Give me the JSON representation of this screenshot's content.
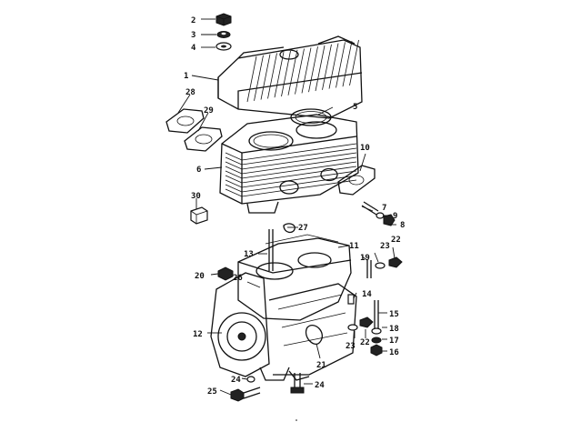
{
  "diagram": {
    "callouts": [
      {
        "id": "c2",
        "text": "2"
      },
      {
        "id": "c3",
        "text": "3"
      },
      {
        "id": "c4",
        "text": "4"
      },
      {
        "id": "c1",
        "text": "1"
      },
      {
        "id": "c5",
        "text": "5"
      },
      {
        "id": "c28",
        "text": "28"
      },
      {
        "id": "c29",
        "text": "29"
      },
      {
        "id": "c6",
        "text": "6"
      },
      {
        "id": "c10",
        "text": "10"
      },
      {
        "id": "c30",
        "text": "30"
      },
      {
        "id": "c7",
        "text": "7"
      },
      {
        "id": "c9",
        "text": "9"
      },
      {
        "id": "c8",
        "text": "8"
      },
      {
        "id": "c27",
        "text": "27"
      },
      {
        "id": "c13",
        "text": "13"
      },
      {
        "id": "c11",
        "text": "11"
      },
      {
        "id": "c19",
        "text": "19"
      },
      {
        "id": "c20",
        "text": "20"
      },
      {
        "id": "c23a",
        "text": "23"
      },
      {
        "id": "c22a",
        "text": "22"
      },
      {
        "id": "c26",
        "text": "26"
      },
      {
        "id": "c14",
        "text": "14"
      },
      {
        "id": "c15",
        "text": "15"
      },
      {
        "id": "c12",
        "text": "12"
      },
      {
        "id": "c18",
        "text": "18"
      },
      {
        "id": "c23b",
        "text": "23"
      },
      {
        "id": "c22b",
        "text": "22"
      },
      {
        "id": "c17",
        "text": "17"
      },
      {
        "id": "c21",
        "text": "21"
      },
      {
        "id": "c16",
        "text": "16"
      },
      {
        "id": "c24a",
        "text": "24"
      },
      {
        "id": "c25",
        "text": "25"
      },
      {
        "id": "c24b",
        "text": "24"
      }
    ]
  }
}
